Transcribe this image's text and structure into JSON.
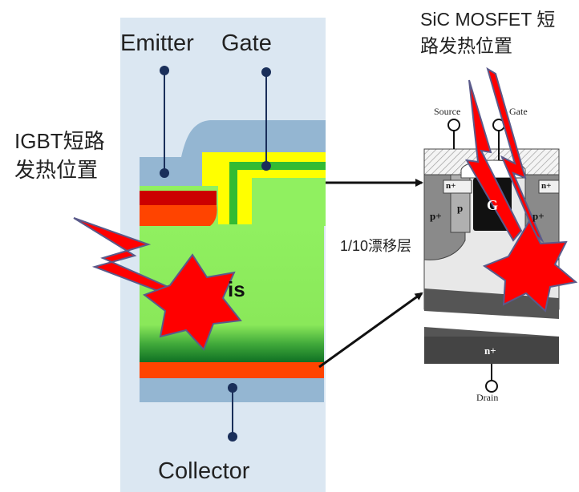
{
  "igbt": {
    "emitter_label": "Emitter",
    "gate_label": "Gate",
    "collector_label": "Collector",
    "region_text": "is",
    "heat_label": "IGBT短路发热位置"
  },
  "mosfet": {
    "heat_label": "SiC MOSFET 短路发热位置",
    "source_label": "Source",
    "gate_label": "Gate",
    "drain_label": "Drain",
    "gate_electrode": "G",
    "n_plus_left": "n+",
    "n_plus_right": "n+",
    "p_plus_left": "p+",
    "p_plus_right": "p+",
    "p_well": "p",
    "substrate": "n+"
  },
  "annotation": {
    "drift_label": "1/10漂移层"
  },
  "colors": {
    "igbt_background": "#dbe7f2",
    "metal": "#94b6d2",
    "gate_oxide": "#ffff00",
    "poly_gate": "#33bb33",
    "drift_region": "#90f060",
    "emitter_layer": "#ff4400",
    "heat_marker": "#ff0000"
  }
}
